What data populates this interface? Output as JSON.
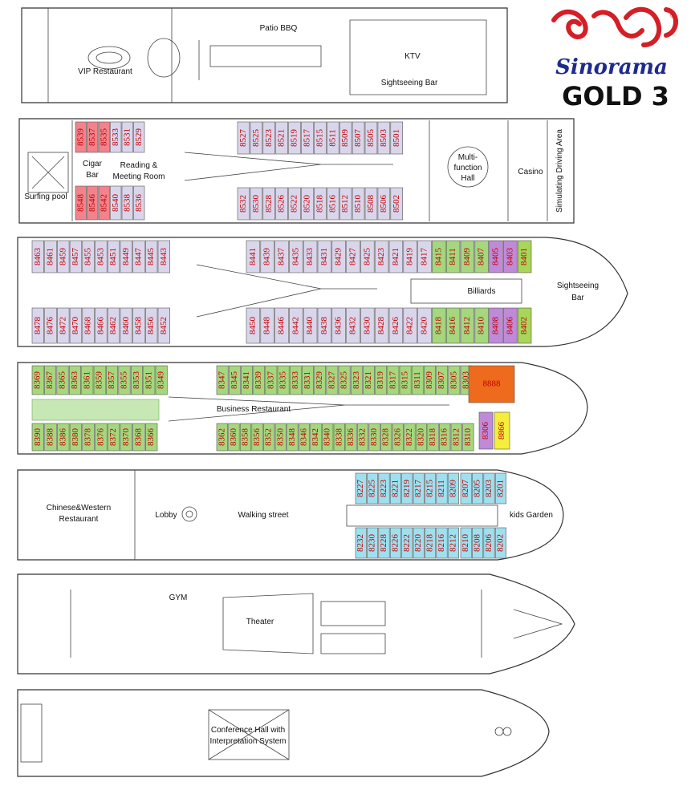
{
  "brand": {
    "name": "Sinorama",
    "ship": "GOLD 3",
    "mark": "®"
  },
  "colors": {
    "pink": "#f2838c",
    "lavender": "#d9d6ec",
    "green": "#a5d77f",
    "lightgreen": "#c7e8b4",
    "purple": "#bf8ad8",
    "olive": "#a8d65a",
    "orange": "#ee6a1c",
    "yellow": "#f4ee3c",
    "cyan": "#9fe0ef",
    "pale": "#eeeeee",
    "dragon": "#d41f26",
    "navy": "#1e2b8f"
  },
  "decks": [
    {
      "id": "sun",
      "labels": [
        {
          "id": "patio",
          "text": "Patio BBQ"
        },
        {
          "id": "vip",
          "text": "VIP Restaurant"
        },
        {
          "id": "ktv",
          "text": "KTV"
        },
        {
          "id": "sightseeing",
          "text": "Sightseeing Bar"
        }
      ],
      "cabins": []
    },
    {
      "id": "deck85",
      "labels": [
        {
          "id": "cigar",
          "text": "Cigar\nBar"
        },
        {
          "id": "reading",
          "text": "Reading &\nMeeting Room"
        },
        {
          "id": "surfing",
          "text": "Surfing pool"
        },
        {
          "id": "multi",
          "text": "Multi-\nfunction\nHall"
        },
        {
          "id": "casino",
          "text": "Casino"
        },
        {
          "id": "driving",
          "text": "Simulating Driving Area"
        }
      ],
      "cabins": [
        {
          "n": "8539",
          "c": "pink"
        },
        {
          "n": "8537",
          "c": "pink"
        },
        {
          "n": "8535",
          "c": "pink"
        },
        {
          "n": "8533",
          "c": "lavender"
        },
        {
          "n": "8531",
          "c": "lavender"
        },
        {
          "n": "8529",
          "c": "lavender"
        },
        {
          "n": "8548",
          "c": "pink"
        },
        {
          "n": "8546",
          "c": "pink"
        },
        {
          "n": "8542",
          "c": "pink"
        },
        {
          "n": "8540",
          "c": "lavender"
        },
        {
          "n": "8538",
          "c": "lavender"
        },
        {
          "n": "8536",
          "c": "lavender"
        },
        {
          "n": "8527",
          "c": "lavender"
        },
        {
          "n": "8525",
          "c": "lavender"
        },
        {
          "n": "8523",
          "c": "lavender"
        },
        {
          "n": "8521",
          "c": "lavender"
        },
        {
          "n": "8519",
          "c": "lavender"
        },
        {
          "n": "8517",
          "c": "lavender"
        },
        {
          "n": "8515",
          "c": "lavender"
        },
        {
          "n": "8511",
          "c": "lavender"
        },
        {
          "n": "8509",
          "c": "lavender"
        },
        {
          "n": "8507",
          "c": "lavender"
        },
        {
          "n": "8505",
          "c": "lavender"
        },
        {
          "n": "8503",
          "c": "lavender"
        },
        {
          "n": "8501",
          "c": "lavender"
        },
        {
          "n": "8532",
          "c": "lavender"
        },
        {
          "n": "8530",
          "c": "lavender"
        },
        {
          "n": "8528",
          "c": "lavender"
        },
        {
          "n": "8526",
          "c": "lavender"
        },
        {
          "n": "8522",
          "c": "lavender"
        },
        {
          "n": "8520",
          "c": "lavender"
        },
        {
          "n": "8518",
          "c": "lavender"
        },
        {
          "n": "8516",
          "c": "lavender"
        },
        {
          "n": "8512",
          "c": "lavender"
        },
        {
          "n": "8510",
          "c": "lavender"
        },
        {
          "n": "8508",
          "c": "lavender"
        },
        {
          "n": "8506",
          "c": "lavender"
        },
        {
          "n": "8502",
          "c": "lavender"
        }
      ]
    },
    {
      "id": "deck84",
      "labels": [
        {
          "id": "billiards",
          "text": "Billiards"
        },
        {
          "id": "sightseeing2",
          "text": "Sightseeing\nBar"
        }
      ],
      "cabins": [
        {
          "n": "8463",
          "c": "lavender"
        },
        {
          "n": "8461",
          "c": "lavender"
        },
        {
          "n": "8459",
          "c": "lavender"
        },
        {
          "n": "8457",
          "c": "lavender"
        },
        {
          "n": "8455",
          "c": "lavender"
        },
        {
          "n": "8453",
          "c": "lavender"
        },
        {
          "n": "8451",
          "c": "lavender"
        },
        {
          "n": "8449",
          "c": "lavender"
        },
        {
          "n": "8447",
          "c": "lavender"
        },
        {
          "n": "8445",
          "c": "lavender"
        },
        {
          "n": "8443",
          "c": "lavender"
        },
        {
          "n": "8478",
          "c": "lavender"
        },
        {
          "n": "8476",
          "c": "lavender"
        },
        {
          "n": "8472",
          "c": "lavender"
        },
        {
          "n": "8470",
          "c": "lavender"
        },
        {
          "n": "8468",
          "c": "lavender"
        },
        {
          "n": "8466",
          "c": "lavender"
        },
        {
          "n": "8462",
          "c": "lavender"
        },
        {
          "n": "8460",
          "c": "lavender"
        },
        {
          "n": "8458",
          "c": "lavender"
        },
        {
          "n": "8456",
          "c": "lavender"
        },
        {
          "n": "8452",
          "c": "lavender"
        },
        {
          "n": "8441",
          "c": "lavender"
        },
        {
          "n": "8439",
          "c": "lavender"
        },
        {
          "n": "8437",
          "c": "lavender"
        },
        {
          "n": "8435",
          "c": "lavender"
        },
        {
          "n": "8433",
          "c": "lavender"
        },
        {
          "n": "8431",
          "c": "lavender"
        },
        {
          "n": "8429",
          "c": "lavender"
        },
        {
          "n": "8427",
          "c": "lavender"
        },
        {
          "n": "8425",
          "c": "lavender"
        },
        {
          "n": "8423",
          "c": "lavender"
        },
        {
          "n": "8421",
          "c": "lavender"
        },
        {
          "n": "8419",
          "c": "lavender"
        },
        {
          "n": "8417",
          "c": "lavender"
        },
        {
          "n": "8415",
          "c": "green"
        },
        {
          "n": "8411",
          "c": "green"
        },
        {
          "n": "8409",
          "c": "green"
        },
        {
          "n": "8407",
          "c": "green"
        },
        {
          "n": "8405",
          "c": "purple"
        },
        {
          "n": "8403",
          "c": "purple"
        },
        {
          "n": "8401",
          "c": "olive"
        },
        {
          "n": "8450",
          "c": "lavender"
        },
        {
          "n": "8448",
          "c": "lavender"
        },
        {
          "n": "8446",
          "c": "lavender"
        },
        {
          "n": "8442",
          "c": "lavender"
        },
        {
          "n": "8440",
          "c": "lavender"
        },
        {
          "n": "8438",
          "c": "lavender"
        },
        {
          "n": "8436",
          "c": "lavender"
        },
        {
          "n": "8432",
          "c": "lavender"
        },
        {
          "n": "8430",
          "c": "lavender"
        },
        {
          "n": "8428",
          "c": "lavender"
        },
        {
          "n": "8426",
          "c": "lavender"
        },
        {
          "n": "8422",
          "c": "lavender"
        },
        {
          "n": "8420",
          "c": "lavender"
        },
        {
          "n": "8418",
          "c": "green"
        },
        {
          "n": "8416",
          "c": "green"
        },
        {
          "n": "8412",
          "c": "green"
        },
        {
          "n": "8410",
          "c": "green"
        },
        {
          "n": "8408",
          "c": "purple"
        },
        {
          "n": "8406",
          "c": "purple"
        },
        {
          "n": "8402",
          "c": "olive"
        }
      ]
    },
    {
      "id": "deck83",
      "labels": [
        {
          "id": "business",
          "text": "Business Restaurant"
        }
      ],
      "cabins": [
        {
          "n": "8369",
          "c": "green"
        },
        {
          "n": "8367",
          "c": "green"
        },
        {
          "n": "8365",
          "c": "green"
        },
        {
          "n": "8363",
          "c": "green"
        },
        {
          "n": "8361",
          "c": "green"
        },
        {
          "n": "8359",
          "c": "green"
        },
        {
          "n": "8357",
          "c": "green"
        },
        {
          "n": "8355",
          "c": "green"
        },
        {
          "n": "8353",
          "c": "green"
        },
        {
          "n": "8351",
          "c": "green"
        },
        {
          "n": "8349",
          "c": "green"
        },
        {
          "n": "8390",
          "c": "green"
        },
        {
          "n": "8388",
          "c": "green"
        },
        {
          "n": "8386",
          "c": "green"
        },
        {
          "n": "8380",
          "c": "green"
        },
        {
          "n": "8378",
          "c": "green"
        },
        {
          "n": "8376",
          "c": "green"
        },
        {
          "n": "8372",
          "c": "green"
        },
        {
          "n": "8370",
          "c": "green"
        },
        {
          "n": "8368",
          "c": "green"
        },
        {
          "n": "8366",
          "c": "green"
        },
        {
          "n": "8347",
          "c": "green"
        },
        {
          "n": "8345",
          "c": "green"
        },
        {
          "n": "8341",
          "c": "green"
        },
        {
          "n": "8339",
          "c": "green"
        },
        {
          "n": "8337",
          "c": "green"
        },
        {
          "n": "8335",
          "c": "green"
        },
        {
          "n": "8333",
          "c": "green"
        },
        {
          "n": "8331",
          "c": "green"
        },
        {
          "n": "8329",
          "c": "green"
        },
        {
          "n": "8327",
          "c": "green"
        },
        {
          "n": "8325",
          "c": "green"
        },
        {
          "n": "8323",
          "c": "green"
        },
        {
          "n": "8321",
          "c": "green"
        },
        {
          "n": "8319",
          "c": "green"
        },
        {
          "n": "8317",
          "c": "green"
        },
        {
          "n": "8315",
          "c": "green"
        },
        {
          "n": "8311",
          "c": "green"
        },
        {
          "n": "8309",
          "c": "green"
        },
        {
          "n": "8307",
          "c": "green"
        },
        {
          "n": "8305",
          "c": "green"
        },
        {
          "n": "8303",
          "c": "green"
        },
        {
          "n": "8362",
          "c": "green"
        },
        {
          "n": "8360",
          "c": "green"
        },
        {
          "n": "8358",
          "c": "green"
        },
        {
          "n": "8356",
          "c": "green"
        },
        {
          "n": "8352",
          "c": "green"
        },
        {
          "n": "8350",
          "c": "green"
        },
        {
          "n": "8348",
          "c": "green"
        },
        {
          "n": "8346",
          "c": "green"
        },
        {
          "n": "8342",
          "c": "green"
        },
        {
          "n": "8340",
          "c": "green"
        },
        {
          "n": "8338",
          "c": "green"
        },
        {
          "n": "8336",
          "c": "green"
        },
        {
          "n": "8332",
          "c": "green"
        },
        {
          "n": "8330",
          "c": "green"
        },
        {
          "n": "8328",
          "c": "green"
        },
        {
          "n": "8326",
          "c": "green"
        },
        {
          "n": "8322",
          "c": "green"
        },
        {
          "n": "8320",
          "c": "green"
        },
        {
          "n": "8318",
          "c": "green"
        },
        {
          "n": "8316",
          "c": "green"
        },
        {
          "n": "8312",
          "c": "green"
        },
        {
          "n": "8310",
          "c": "green"
        },
        {
          "n": "8888",
          "c": "orange"
        },
        {
          "n": "8306",
          "c": "purple"
        },
        {
          "n": "8866",
          "c": "yellow"
        }
      ]
    },
    {
      "id": "deck82",
      "labels": [
        {
          "id": "chinese",
          "text": "Chinese&Western\nRestaurant"
        },
        {
          "id": "lobby",
          "text": "Lobby"
        },
        {
          "id": "walking",
          "text": "Walking street"
        },
        {
          "id": "kids",
          "text": "kids Garden"
        }
      ],
      "cabins": [
        {
          "n": "8227",
          "c": "cyan"
        },
        {
          "n": "8225",
          "c": "cyan"
        },
        {
          "n": "8223",
          "c": "cyan"
        },
        {
          "n": "8221",
          "c": "cyan"
        },
        {
          "n": "8219",
          "c": "cyan"
        },
        {
          "n": "8217",
          "c": "cyan"
        },
        {
          "n": "8215",
          "c": "cyan"
        },
        {
          "n": "8211",
          "c": "cyan"
        },
        {
          "n": "8209",
          "c": "cyan"
        },
        {
          "n": "8207",
          "c": "cyan"
        },
        {
          "n": "8205",
          "c": "cyan"
        },
        {
          "n": "8203",
          "c": "cyan"
        },
        {
          "n": "8201",
          "c": "cyan"
        },
        {
          "n": "8232",
          "c": "cyan"
        },
        {
          "n": "8230",
          "c": "cyan"
        },
        {
          "n": "8228",
          "c": "cyan"
        },
        {
          "n": "8226",
          "c": "cyan"
        },
        {
          "n": "8222",
          "c": "cyan"
        },
        {
          "n": "8220",
          "c": "cyan"
        },
        {
          "n": "8218",
          "c": "cyan"
        },
        {
          "n": "8216",
          "c": "cyan"
        },
        {
          "n": "8212",
          "c": "cyan"
        },
        {
          "n": "8210",
          "c": "cyan"
        },
        {
          "n": "8208",
          "c": "cyan"
        },
        {
          "n": "8206",
          "c": "cyan"
        },
        {
          "n": "8202",
          "c": "cyan"
        }
      ]
    },
    {
      "id": "deck1",
      "labels": [
        {
          "id": "gym",
          "text": "GYM"
        },
        {
          "id": "theater",
          "text": "Theater"
        }
      ],
      "cabins": []
    },
    {
      "id": "deck0",
      "labels": [
        {
          "id": "conference",
          "text": "Conference Hall with\nInterpretation System"
        }
      ],
      "cabins": []
    }
  ]
}
